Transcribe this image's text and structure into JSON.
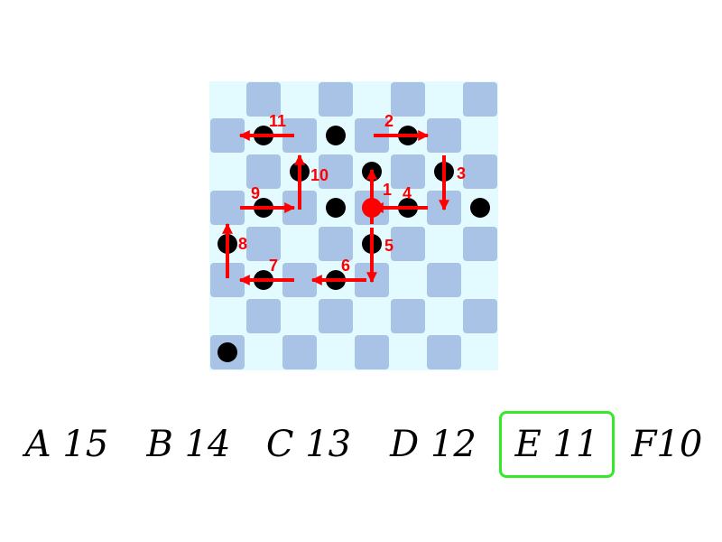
{
  "puzzle": {
    "grid_size": 8,
    "colors": {
      "light_cell": "#e3fbff",
      "dark_cell": "#a9c3e6",
      "piece": "#000000",
      "start_piece": "#ff0000",
      "arrow": "#ff0000",
      "highlight": "#35e82a"
    },
    "black_pieces": [
      {
        "row": 1,
        "col": 1.5
      },
      {
        "row": 1,
        "col": 3.5
      },
      {
        "row": 1,
        "col": 5.5
      },
      {
        "row": 2,
        "col": 2.5
      },
      {
        "row": 2,
        "col": 4.5
      },
      {
        "row": 2,
        "col": 6.5
      },
      {
        "row": 3,
        "col": 1.5
      },
      {
        "row": 3,
        "col": 3.5
      },
      {
        "row": 3,
        "col": 5.5
      },
      {
        "row": 3,
        "col": 7.5
      },
      {
        "row": 4,
        "col": 0.5
      },
      {
        "row": 4,
        "col": 4.5
      },
      {
        "row": 5,
        "col": 1.5
      },
      {
        "row": 5,
        "col": 3.5
      },
      {
        "row": 7,
        "col": 0.5
      }
    ],
    "start_piece": {
      "row": 3,
      "col": 4.5
    },
    "moves": [
      {
        "label": "1",
        "dir": "up",
        "row": 2.7,
        "col": 4.5
      },
      {
        "label": "2",
        "dir": "right",
        "row": 1.0,
        "col": 5.3
      },
      {
        "label": "3",
        "dir": "down",
        "row": 2.3,
        "col": 6.5
      },
      {
        "label": "4",
        "dir": "left",
        "row": 3.0,
        "col": 5.3
      },
      {
        "label": "5",
        "dir": "down",
        "row": 4.3,
        "col": 4.5
      },
      {
        "label": "6",
        "dir": "left",
        "row": 5.0,
        "col": 3.6
      },
      {
        "label": "7",
        "dir": "left",
        "row": 5.0,
        "col": 1.6
      },
      {
        "label": "8",
        "dir": "up",
        "row": 4.2,
        "col": 0.5
      },
      {
        "label": "9",
        "dir": "right",
        "row": 3.0,
        "col": 1.6
      },
      {
        "label": "10",
        "dir": "up",
        "row": 2.3,
        "col": 2.5
      },
      {
        "label": "11",
        "dir": "left",
        "row": 1.0,
        "col": 1.6
      }
    ]
  },
  "answers": [
    {
      "letter": "A",
      "value": "15",
      "text": "A 15",
      "selected": false
    },
    {
      "letter": "B",
      "value": "14",
      "text": "B 14",
      "selected": false
    },
    {
      "letter": "C",
      "value": "13",
      "text": "C 13",
      "selected": false
    },
    {
      "letter": "D",
      "value": "12",
      "text": "D 12",
      "selected": false
    },
    {
      "letter": "E",
      "value": "11",
      "text": "E 11",
      "selected": true
    },
    {
      "letter": "F",
      "value": "10",
      "text": "F10",
      "selected": false
    }
  ]
}
